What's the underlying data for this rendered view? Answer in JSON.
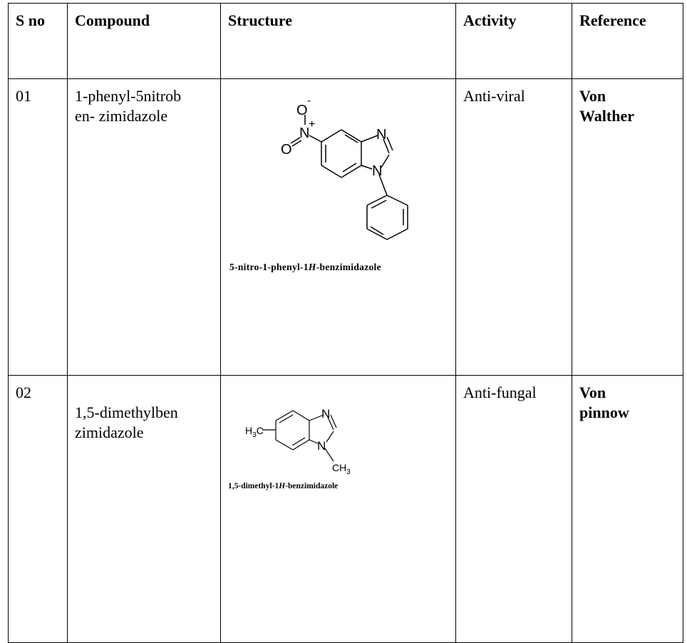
{
  "table": {
    "headers": [
      "S no",
      "Compound",
      "Structure",
      "Activity",
      "Reference"
    ],
    "rows": [
      {
        "sno": "01",
        "compound_line1": "1-phenyl-5nitrob",
        "compound_line2": "en- zimidazole",
        "activity": "Anti-viral",
        "reference_line1": "Von",
        "reference_line2": "Walther",
        "structure": {
          "atom_o_top": "O",
          "charge_minus": "-",
          "atom_n_nitro": "N",
          "charge_plus": "+",
          "atom_o_left": "O",
          "atom_n3": "N",
          "atom_n1": "N",
          "caption_part1": "5-nitro-1-phenyl-1",
          "caption_italic": "H",
          "caption_part2": "-benzimidazole"
        }
      },
      {
        "sno": "02",
        "compound_line1": "1,5-dimethylben",
        "compound_line2": "zimidazole",
        "activity": "Anti-fungal",
        "reference_line1": "Von",
        "reference_line2": "pinnow",
        "structure": {
          "atom_n3": "N",
          "atom_n1": "N",
          "methyl_left": "H",
          "methyl_left_sub": "3",
          "methyl_left_c": "C",
          "methyl_right": "CH",
          "methyl_right_sub": "3",
          "caption_part1": "1,5-dimethyl-1",
          "caption_italic": "H",
          "caption_part2": "-benzimidazole"
        }
      }
    ]
  }
}
